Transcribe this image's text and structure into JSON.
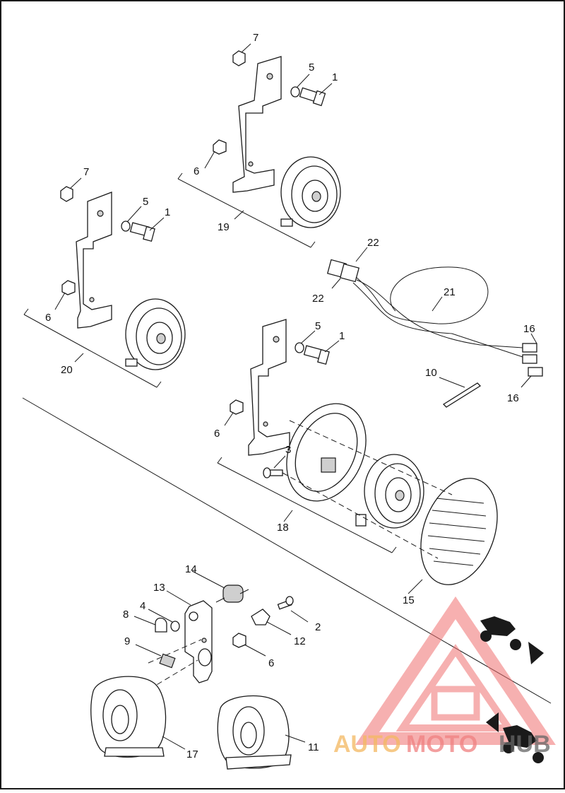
{
  "callouts": {
    "c1a": "1",
    "c1b": "1",
    "c1c": "1",
    "c2": "2",
    "c3": "3",
    "c4": "4",
    "c5a": "5",
    "c5b": "5",
    "c5c": "5",
    "c6a": "6",
    "c6b": "6",
    "c6c": "6",
    "c6d": "6",
    "c7a": "7",
    "c7b": "7",
    "c8": "8",
    "c9": "9",
    "c10": "10",
    "c11": "11",
    "c12": "12",
    "c13": "13",
    "c14": "14",
    "c15": "15",
    "c16a": "16",
    "c16b": "16",
    "c17": "17",
    "c18": "18",
    "c19": "19",
    "c20": "20",
    "c21": "21",
    "c22a": "22",
    "c22b": "22"
  },
  "watermark": {
    "text_auto": "AUTO",
    "text_moto": "MOTO",
    "text_hub": "HUB",
    "color_auto": "#f4b860",
    "color_moto": "#f08080",
    "color_hub": "#666666",
    "logo_color": "#f07070"
  }
}
